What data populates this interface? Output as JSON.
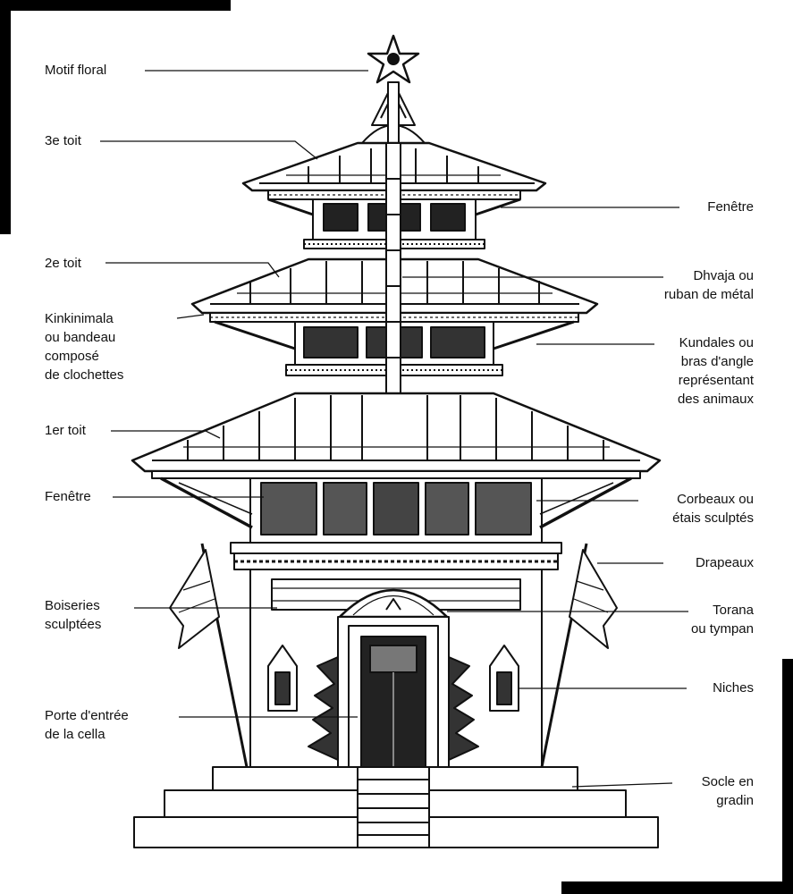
{
  "diagram": {
    "labels_left": [
      {
        "id": "motif-floral",
        "text": "Motif floral"
      },
      {
        "id": "toit-3",
        "text": "3e toit"
      },
      {
        "id": "toit-2",
        "text": "2e toit"
      },
      {
        "id": "kinkinimala",
        "text": "Kinkinimala\nou bandeau\ncomposé\nde clochettes"
      },
      {
        "id": "toit-1",
        "text": "1er toit"
      },
      {
        "id": "fenetre-left",
        "text": "Fenêtre"
      },
      {
        "id": "boiseries",
        "text": "Boiseries\nsculptées"
      },
      {
        "id": "porte",
        "text": "Porte d'entrée\nde la cella"
      }
    ],
    "labels_right": [
      {
        "id": "fenetre-right",
        "text": "Fenêtre"
      },
      {
        "id": "dhvaja",
        "text": "Dhvaja ou\nruban de métal"
      },
      {
        "id": "kundales",
        "text": "Kundales ou\nbras d'angle\nreprésentant\ndes animaux"
      },
      {
        "id": "corbeaux",
        "text": "Corbeaux ou\nétais sculptés"
      },
      {
        "id": "drapeaux",
        "text": "Drapeaux"
      },
      {
        "id": "torana",
        "text": "Torana\nou tympan"
      },
      {
        "id": "niches",
        "text": "Niches"
      },
      {
        "id": "socle",
        "text": "Socle en\ngradin"
      }
    ]
  },
  "colors": {
    "ink": "#111111",
    "paper": "#ffffff",
    "frame": "#000000"
  }
}
